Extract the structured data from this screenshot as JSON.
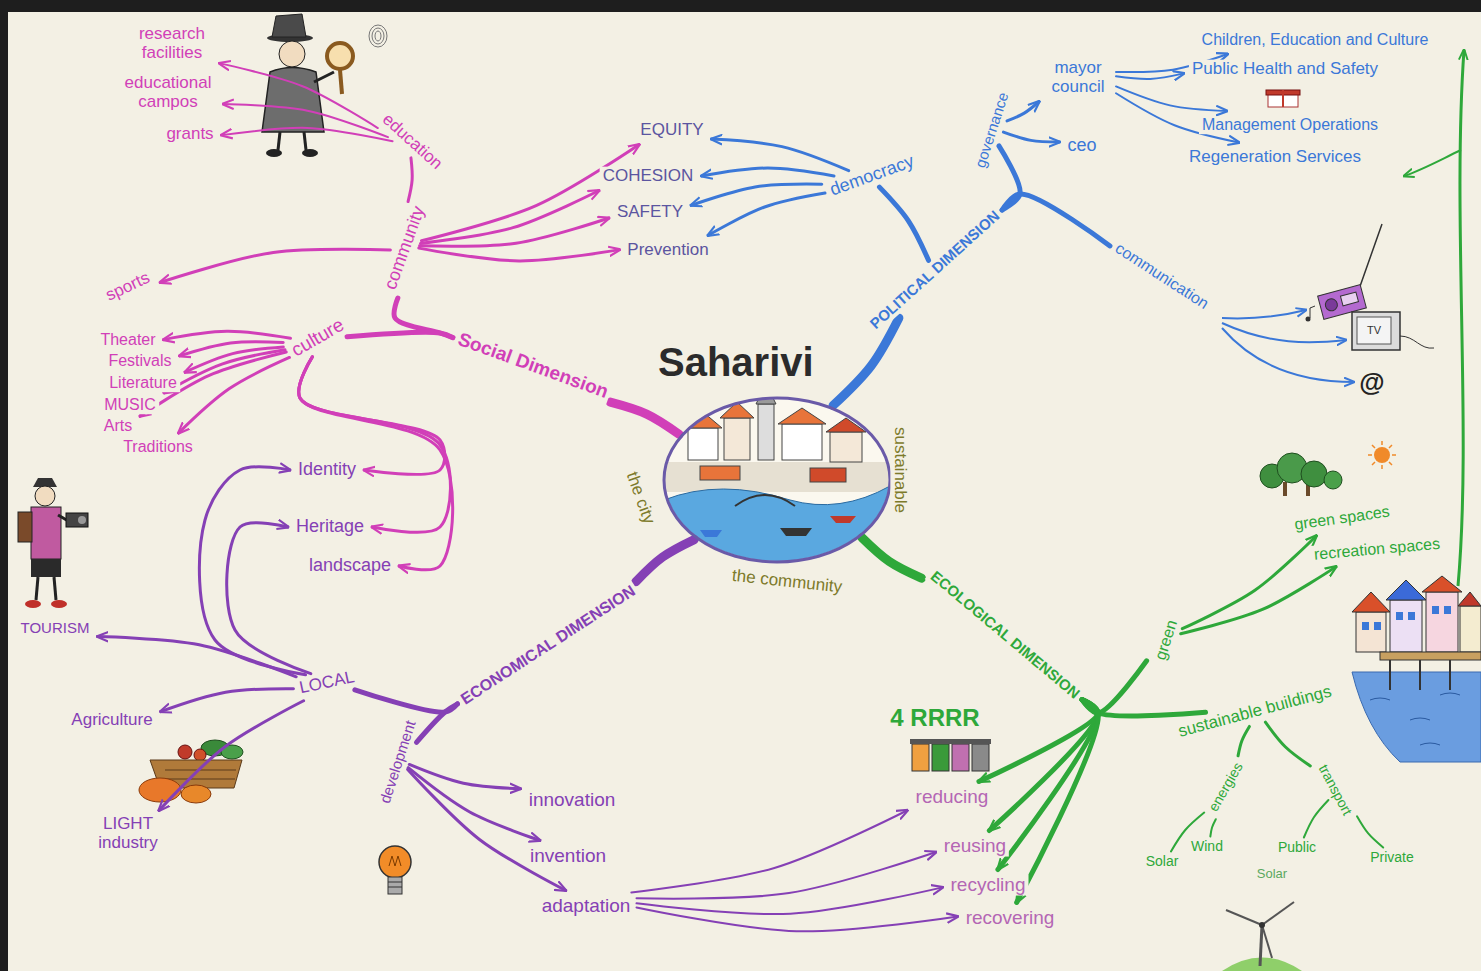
{
  "diagram": {
    "nodes": [
      {
        "text": [
          "Saharivi"
        ]
      },
      {
        "text": [
          "Social Dimension"
        ]
      },
      {
        "text": [
          "community"
        ]
      },
      {
        "text": [
          "education"
        ]
      },
      {
        "text": [
          "research facilities"
        ]
      },
      {
        "text": [
          "educational campos"
        ]
      },
      {
        "text": [
          "grants"
        ]
      },
      {
        "text": [
          "sports"
        ]
      },
      {
        "text": [
          "EQUITY"
        ]
      },
      {
        "text": [
          "COHESION"
        ]
      },
      {
        "text": [
          "SAFETY"
        ]
      },
      {
        "text": [
          "Prevention"
        ]
      },
      {
        "text": [
          "culture"
        ]
      },
      {
        "text": [
          "Theater"
        ]
      },
      {
        "text": [
          "Festivals"
        ]
      },
      {
        "text": [
          "Literature"
        ]
      },
      {
        "text": [
          "MUSIC"
        ]
      },
      {
        "text": [
          "Arts"
        ]
      },
      {
        "text": [
          "Traditions"
        ]
      },
      {
        "text": [
          "Identity"
        ]
      },
      {
        "text": [
          "Heritage"
        ]
      },
      {
        "text": [
          "landscape"
        ]
      },
      {
        "text": [
          "POLITICAL DIMENSION"
        ]
      },
      {
        "text": [
          "democracy"
        ]
      },
      {
        "text": [
          "governance"
        ]
      },
      {
        "text": [
          "mayor council"
        ]
      },
      {
        "text": [
          "ceo"
        ]
      },
      {
        "text": [
          "Children, Education and Culture"
        ]
      },
      {
        "text": [
          "Public Health and Safety"
        ]
      },
      {
        "text": [
          "Management Operations"
        ]
      },
      {
        "text": [
          "Regeneration Services"
        ]
      },
      {
        "text": [
          "communication"
        ]
      },
      {
        "text": [
          "ECOLOGICAL DIMENSION"
        ]
      },
      {
        "text": [
          "green"
        ]
      },
      {
        "text": [
          "green spaces"
        ]
      },
      {
        "text": [
          "recreation spaces"
        ]
      },
      {
        "text": [
          "sustainable buildings"
        ]
      },
      {
        "text": [
          "energies"
        ]
      },
      {
        "text": [
          "Solar"
        ]
      },
      {
        "text": [
          "Wind"
        ]
      },
      {
        "text": [
          "transport"
        ]
      },
      {
        "text": [
          "Public"
        ]
      },
      {
        "text": [
          "Private"
        ]
      },
      {
        "text": [
          "reducing"
        ]
      },
      {
        "text": [
          "reusing"
        ]
      },
      {
        "text": [
          "recycling"
        ]
      },
      {
        "text": [
          "recovering"
        ]
      },
      {
        "text": [
          "ECONOMICAL DIMENSION"
        ]
      },
      {
        "text": [
          "LOCAL"
        ]
      },
      {
        "text": [
          "TOURISM"
        ]
      },
      {
        "text": [
          "Agriculture"
        ]
      },
      {
        "text": [
          "LIGHT industry"
        ]
      },
      {
        "text": [
          "development"
        ]
      },
      {
        "text": [
          "innovation"
        ]
      },
      {
        "text": [
          "invention"
        ]
      },
      {
        "text": [
          "adaptation"
        ]
      }
    ],
    "edges": [
      {
        "from": 0,
        "to": 1,
        "arrow": "none"
      },
      {
        "from": 1,
        "to": 2,
        "arrow": "none"
      },
      {
        "from": 2,
        "to": 3,
        "arrow": "none"
      },
      {
        "from": 3,
        "to": 4,
        "arrow": "to"
      },
      {
        "from": 3,
        "to": 5,
        "arrow": "to"
      },
      {
        "from": 3,
        "to": 6,
        "arrow": "to"
      },
      {
        "from": 2,
        "to": 7,
        "arrow": "to"
      },
      {
        "from": 2,
        "to": 8,
        "arrow": "to"
      },
      {
        "from": 2,
        "to": 9,
        "arrow": "to"
      },
      {
        "from": 2,
        "to": 10,
        "arrow": "to"
      },
      {
        "from": 2,
        "to": 11,
        "arrow": "to"
      },
      {
        "from": 1,
        "to": 12,
        "arrow": "none"
      },
      {
        "from": 12,
        "to": 13,
        "arrow": "to"
      },
      {
        "from": 12,
        "to": 14,
        "arrow": "to"
      },
      {
        "from": 12,
        "to": 15,
        "arrow": "to"
      },
      {
        "from": 12,
        "to": 16,
        "arrow": "to"
      },
      {
        "from": 12,
        "to": 17,
        "arrow": "to"
      },
      {
        "from": 12,
        "to": 18,
        "arrow": "to"
      },
      {
        "from": 12,
        "to": 19,
        "arrow": "to"
      },
      {
        "from": 12,
        "to": 20,
        "arrow": "to"
      },
      {
        "from": 12,
        "to": 21,
        "arrow": "to"
      },
      {
        "from": 0,
        "to": 22,
        "arrow": "none"
      },
      {
        "from": 22,
        "to": 23,
        "arrow": "none"
      },
      {
        "from": 23,
        "to": 8,
        "arrow": "to"
      },
      {
        "from": 23,
        "to": 9,
        "arrow": "to"
      },
      {
        "from": 23,
        "to": 10,
        "arrow": "to"
      },
      {
        "from": 23,
        "to": 11,
        "arrow": "to"
      },
      {
        "from": 22,
        "to": 24,
        "arrow": "none"
      },
      {
        "from": 24,
        "to": 25,
        "arrow": "to"
      },
      {
        "from": 24,
        "to": 26,
        "arrow": "to"
      },
      {
        "from": 25,
        "to": 27,
        "arrow": "to"
      },
      {
        "from": 25,
        "to": 28,
        "arrow": "to"
      },
      {
        "from": 25,
        "to": 29,
        "arrow": "to"
      },
      {
        "from": 25,
        "to": 30,
        "arrow": "to"
      },
      {
        "from": 22,
        "to": 31,
        "arrow": "none"
      },
      {
        "from": 0,
        "to": 32,
        "arrow": "none"
      },
      {
        "from": 32,
        "to": 33,
        "arrow": "none"
      },
      {
        "from": 33,
        "to": 34,
        "arrow": "to"
      },
      {
        "from": 33,
        "to": 35,
        "arrow": "to"
      },
      {
        "from": 32,
        "to": 36,
        "arrow": "none"
      },
      {
        "from": 36,
        "to": 37,
        "arrow": "none"
      },
      {
        "from": 37,
        "to": 38,
        "arrow": "none"
      },
      {
        "from": 37,
        "to": 39,
        "arrow": "none"
      },
      {
        "from": 36,
        "to": 40,
        "arrow": "none"
      },
      {
        "from": 40,
        "to": 41,
        "arrow": "none"
      },
      {
        "from": 40,
        "to": 42,
        "arrow": "none"
      },
      {
        "from": 32,
        "to": 43,
        "arrow": "to"
      },
      {
        "from": 32,
        "to": 44,
        "arrow": "to"
      },
      {
        "from": 32,
        "to": 45,
        "arrow": "to"
      },
      {
        "from": 32,
        "to": 46,
        "arrow": "to"
      },
      {
        "from": 0,
        "to": 47,
        "arrow": "none"
      },
      {
        "from": 47,
        "to": 48,
        "arrow": "none"
      },
      {
        "from": 48,
        "to": 49,
        "arrow": "to"
      },
      {
        "from": 48,
        "to": 50,
        "arrow": "to"
      },
      {
        "from": 48,
        "to": 51,
        "arrow": "to"
      },
      {
        "from": 48,
        "to": 19,
        "arrow": "to"
      },
      {
        "from": 48,
        "to": 20,
        "arrow": "to"
      },
      {
        "from": 47,
        "to": 52,
        "arrow": "none"
      },
      {
        "from": 52,
        "to": 53,
        "arrow": "to"
      },
      {
        "from": 52,
        "to": 54,
        "arrow": "to"
      },
      {
        "from": 52,
        "to": 55,
        "arrow": "to"
      },
      {
        "from": 55,
        "to": 43,
        "arrow": "to"
      },
      {
        "from": 55,
        "to": 44,
        "arrow": "to"
      },
      {
        "from": 55,
        "to": 45,
        "arrow": "to"
      },
      {
        "from": 55,
        "to": 46,
        "arrow": "to"
      }
    ],
    "labels": [
      "the city",
      "the community",
      "sustainable",
      "4 RRRR",
      "TV",
      "@",
      "Solar"
    ]
  }
}
